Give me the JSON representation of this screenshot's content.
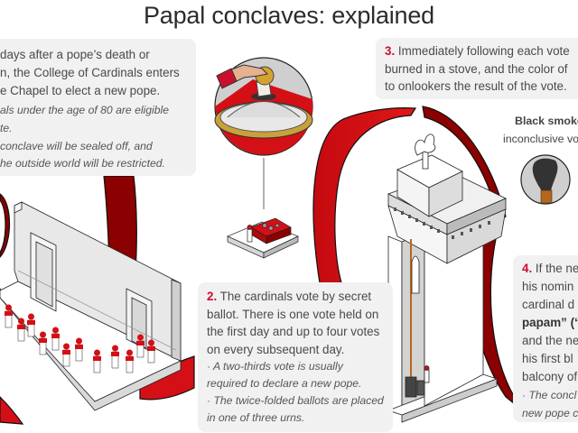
{
  "title": "Papal conclaves: explained",
  "colors": {
    "accent": "#c8102e",
    "ribbon_dark": "#8b0000",
    "ribbon_bright": "#d40f16",
    "box_bg": "#f1f1f1",
    "text": "#4a4a4a"
  },
  "step1": {
    "lines": [
      "days after a pope’s death or",
      "n, the College of Cardinals enters",
      "e Chapel to elect a new pope."
    ],
    "notes": [
      "als under the age of 80 are eligible",
      "te.",
      "conclave will be sealed off, and",
      "he outside world will be restricted."
    ]
  },
  "step2": {
    "number": "2.",
    "text": "The cardinals vote by secret ballot. There is one vote held on the first day and up to four votes on every subsequent day.",
    "notes": [
      "· A two-thirds vote is usually required to declare a new pope.",
      "· The twice-folded ballots are placed in one of three urns."
    ]
  },
  "step3": {
    "number": "3.",
    "lines": [
      "Immediately following each vote",
      "burned in a stove, and the color of",
      "to onlookers the result of the vote."
    ]
  },
  "smoke_caption": {
    "line1": "Black smoke",
    "line2": "inconclusive vo"
  },
  "step4": {
    "number": "4.",
    "lines": [
      "If the ne",
      "his nomin",
      "cardinal d"
    ],
    "bold_line": "papam” (“",
    "more_lines": [
      "and the ne",
      "his first bl",
      "balcony of"
    ],
    "notes": [
      "· The concl",
      "new pope c"
    ]
  },
  "illustrations": {
    "chapel": "sistine-chapel-cardinals-procession",
    "ballot": "ballot-into-urn",
    "urn_table": "urn-table-with-cardinal",
    "stove": "chapel-stove-chimney",
    "smoke": "black-smoke-chimney"
  }
}
